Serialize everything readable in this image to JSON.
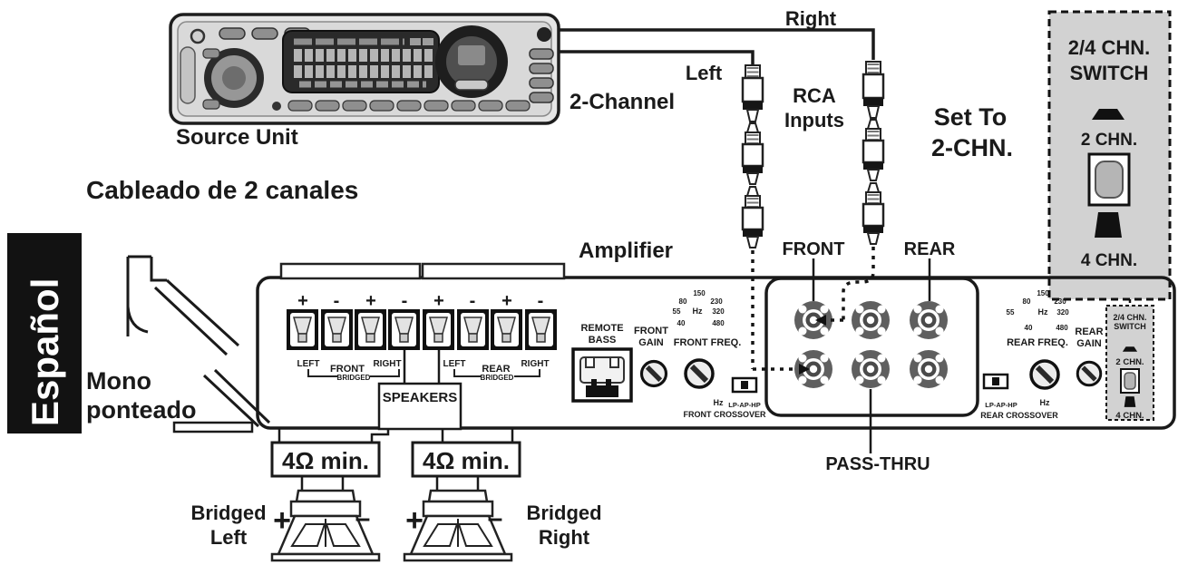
{
  "page": {
    "title": "Cableado de 2 canales",
    "language": "Español",
    "mode_line1": "Mono",
    "mode_line2": "ponteado",
    "source_unit": "Source Unit"
  },
  "signal": {
    "two_channel": "2-Channel",
    "left": "Left",
    "right": "Right",
    "rca_line1": "RCA",
    "rca_line2": "Inputs",
    "set_to_line1": "Set To",
    "set_to_line2": "2-CHN.",
    "amplifier": "Amplifier"
  },
  "switch_callout": {
    "title_line1": "2/4 CHN.",
    "title_line2": "SWITCH",
    "two_chn": "2 CHN.",
    "four_chn": "4 CHN."
  },
  "terminals": {
    "plus": "+",
    "minus": "-",
    "front_group": [
      "LEFT",
      "FRONT",
      "RIGHT"
    ],
    "rear_group": [
      "LEFT",
      "REAR",
      "RIGHT"
    ],
    "bridged": "BRIDGED",
    "speakers": "SPEAKERS"
  },
  "controls": {
    "remote_bass_line1": "REMOTE",
    "remote_bass_line2": "BASS",
    "front_gain_line1": "FRONT",
    "front_gain_line2": "GAIN",
    "front_freq": "FRONT FREQ.",
    "rear_freq": "REAR FREQ.",
    "rear_gain_line1": "REAR",
    "rear_gain_line2": "GAIN",
    "hz": "Hz",
    "lp_ap_hp": "LP-AP-HP",
    "front_crossover": "FRONT CROSSOVER",
    "rear_crossover": "REAR CROSSOVER",
    "freq_scale": [
      "40",
      "55",
      "80",
      "150",
      "230",
      "320",
      "480"
    ]
  },
  "inputs": {
    "front": "FRONT",
    "rear": "REAR",
    "pass_thru": "PASS-THRU"
  },
  "speakers": {
    "impedance": "4Ω min.",
    "plus": "+",
    "minus": "–",
    "bridged_left_line1": "Bridged",
    "bridged_left_line2": "Left",
    "bridged_right_line1": "Bridged",
    "bridged_right_line2": "Right"
  },
  "colors": {
    "panel_gray": "#d2d2d2",
    "ink": "#1a1a1a"
  }
}
